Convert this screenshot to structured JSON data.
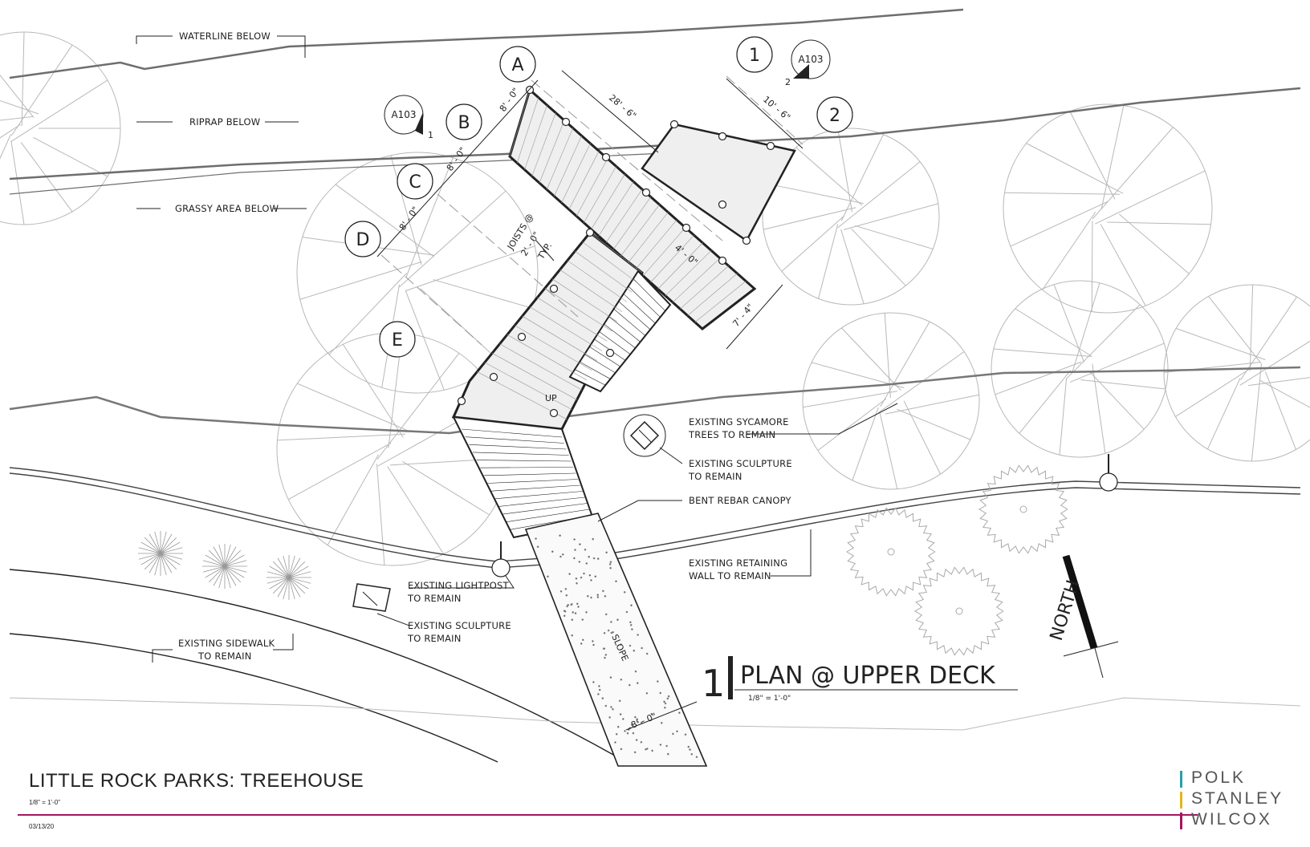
{
  "annotations": {
    "waterline": "WATERLINE BELOW",
    "riprap": "RIPRAP BELOW",
    "grassy": "GRASSY AREA BELOW",
    "sycamore_1": "EXISTING SYCAMORE",
    "sycamore_2": "TREES TO REMAIN",
    "sculpture_1": "EXISTING SCULPTURE",
    "sculpture_2": "TO REMAIN",
    "canopy": "BENT REBAR CANOPY",
    "retaining_1": "EXISTING RETAINING",
    "retaining_2": "WALL TO REMAIN",
    "lightpost_1": "EXISTING LIGHTPOST",
    "lightpost_2": "TO REMAIN",
    "sculpture_b1": "EXISTING SCULPTURE",
    "sculpture_b2": "TO REMAIN",
    "sidewalk_1": "EXISTING SIDEWALK",
    "sidewalk_2": "TO REMAIN",
    "joists_1": "JOISTS @",
    "joists_2": "2' - 0\"",
    "joists_3": "TYP.",
    "up": "UP",
    "slope": "SLOPE"
  },
  "grid": {
    "A": "A",
    "B": "B",
    "C": "C",
    "D": "D",
    "E": "E",
    "one": "1",
    "two": "2"
  },
  "section_refs": [
    {
      "sheet": "A103",
      "num": "1"
    },
    {
      "sheet": "A103",
      "num": "2"
    }
  ],
  "dimensions": {
    "ab": "8' - 0\"",
    "bc": "8' - 0\"",
    "cd": "8' - 0\"",
    "a_span": "28' - 6\"",
    "one_two": "10' - 6\"",
    "walk": "4' - 0\"",
    "deck_depth": "7' - 4\"",
    "ramp": "8' - 0\""
  },
  "plan": {
    "number": "1",
    "title": "PLAN @ UPPER DECK",
    "scale": "1/8\" = 1'-0\""
  },
  "north": "NORTH",
  "footer": {
    "title": "LITTLE ROCK PARKS: TREEHOUSE",
    "scale": "1/8\" = 1'-0\"",
    "date": "03/13/20"
  },
  "logo": {
    "lines": [
      "POLK",
      "STANLEY",
      "WILCOX"
    ],
    "colors": [
      "#2a9fa8",
      "#e2b51e",
      "#a3175f"
    ]
  }
}
